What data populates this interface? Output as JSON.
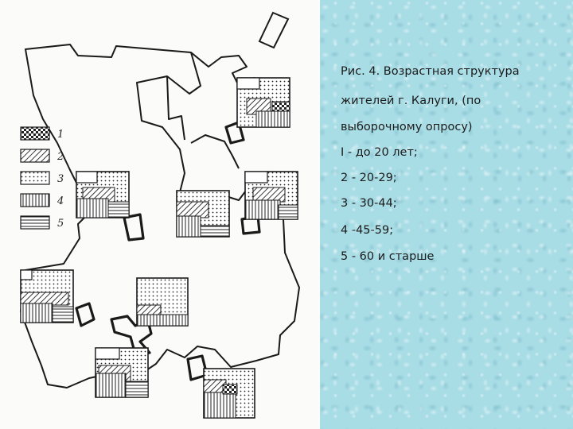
{
  "caption": {
    "lines": [
      "Рис. 4. Возрастная структура",
      "жителей г. Калуги, (по",
      "выборочному опросу)",
      "I - до 20 лет;",
      "2 - 20-29;",
      "3 - 30-44;",
      "4 -45-59;",
      "5 - 60 и старше"
    ]
  },
  "legend": {
    "items": [
      {
        "number": "1",
        "pattern": "checkered"
      },
      {
        "number": "2",
        "pattern": "diagonal-hatch"
      },
      {
        "number": "3",
        "pattern": "dotted"
      },
      {
        "number": "4",
        "pattern": "vertical-lines"
      },
      {
        "number": "5",
        "pattern": "horizontal-lines"
      }
    ]
  },
  "colors": {
    "panel_background": "#a9dde6",
    "map_background": "#fbfbf9",
    "ink": "#1a1a1a"
  }
}
